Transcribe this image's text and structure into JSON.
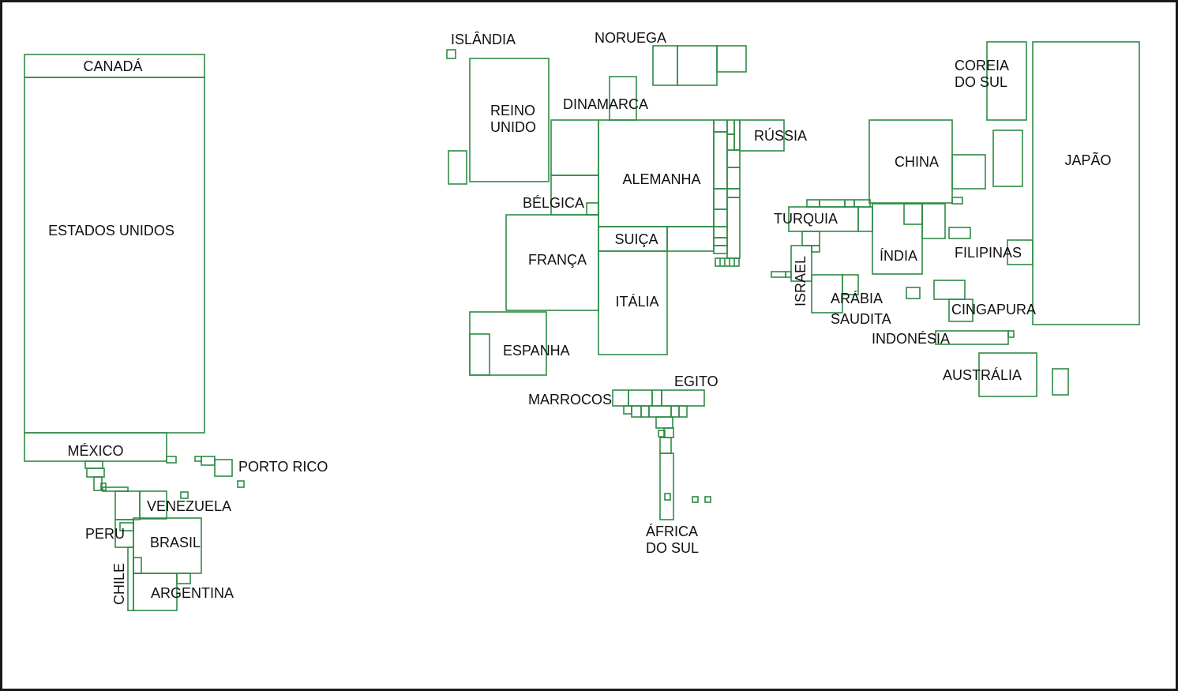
{
  "colors": {
    "border": "#1a1a1a",
    "box_stroke": "#2e8b45",
    "label": "#111111"
  },
  "countries": {
    "canada": "CANADÁ",
    "usa": "ESTADOS UNIDOS",
    "mexico": "MÉXICO",
    "puerto_rico": "PORTO RICO",
    "venezuela": "VENEZUELA",
    "peru": "PERU",
    "brazil": "BRASIL",
    "chile": "CHILE",
    "argentina": "ARGENTINA",
    "iceland": "ISLÂNDIA",
    "norway": "NORUEGA",
    "uk_line1": "REINO",
    "uk_line2": "UNIDO",
    "denmark": "DINAMARCA",
    "germany": "ALEMANHA",
    "belgium": "BÉLGICA",
    "france": "FRANÇA",
    "switzerland": "SUIÇA",
    "italy": "ITÁLIA",
    "spain": "ESPANHA",
    "russia": "RÚSSIA",
    "morocco": "MARROCOS",
    "egypt": "EGITO",
    "south_africa_line1": "ÁFRICA",
    "south_africa_line2": "DO SUL",
    "turkey": "TURQUIA",
    "israel": "ISRAEL",
    "saudi_line1": "ARÁBIA",
    "saudi_line2": "SAUDITA",
    "china": "CHINA",
    "india": "ÍNDIA",
    "korea_line1": "COREIA",
    "korea_line2": "DO SUL",
    "japan": "JAPÃO",
    "philippines": "FILIPINAS",
    "singapore": "CINGAPURA",
    "indonesia": "INDONÉSIA",
    "australia": "AUSTRÁLIA"
  }
}
